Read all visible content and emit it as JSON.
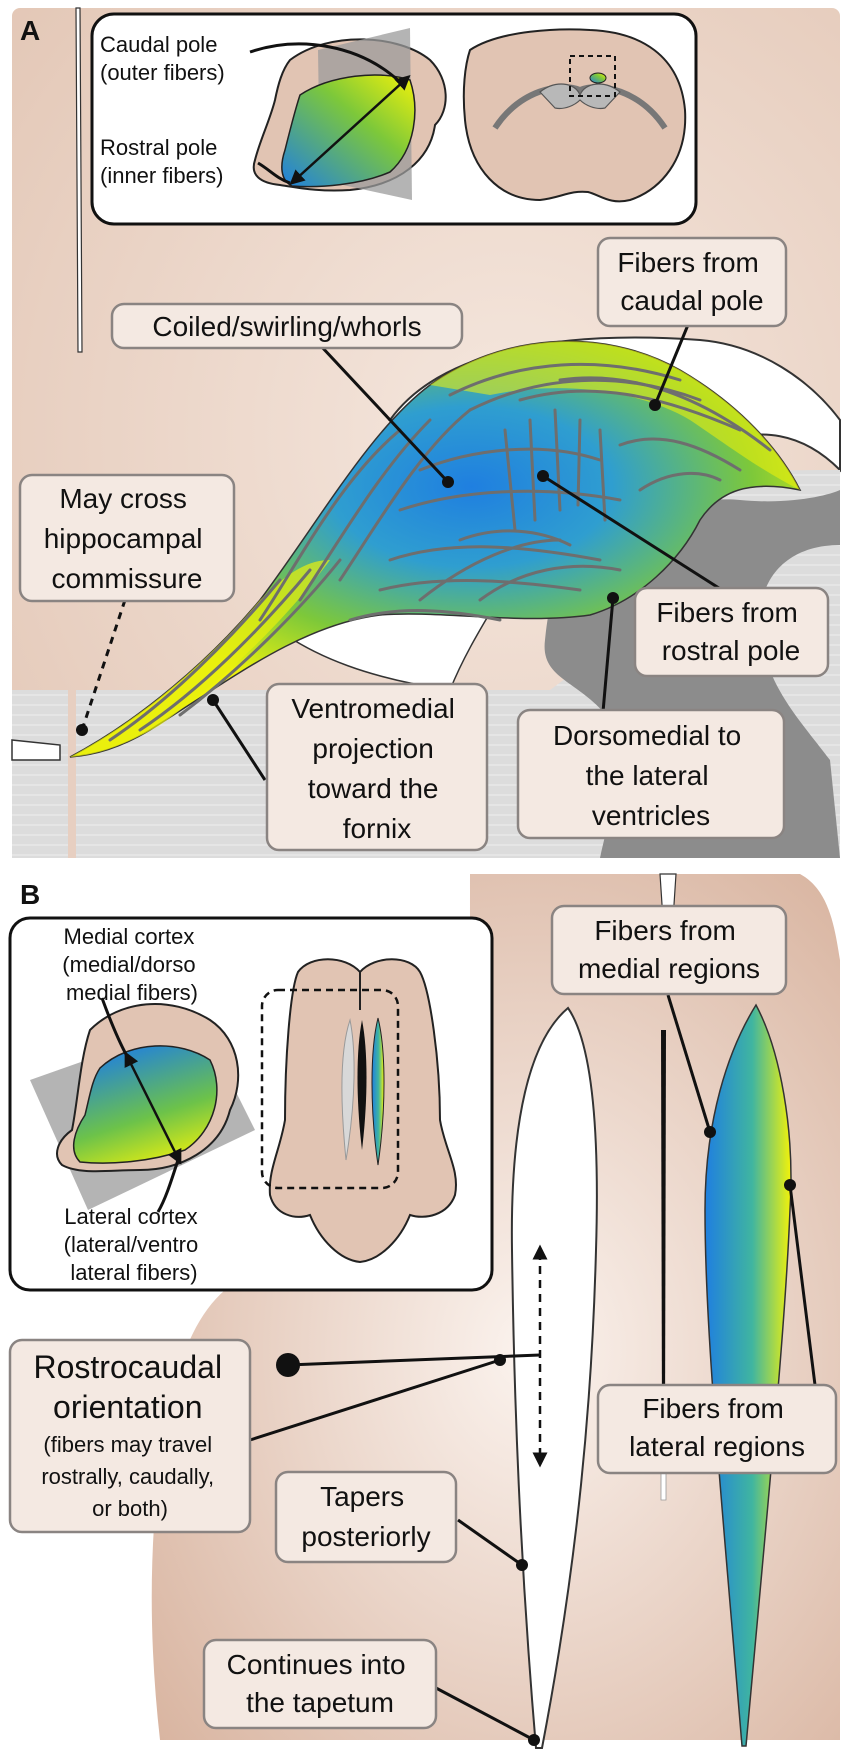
{
  "panels": {
    "a": {
      "letter": "A",
      "inset_labels": {
        "caudal_pole": [
          "Caudal pole",
          "(outer fibers)"
        ],
        "rostral_pole": [
          "Rostral pole",
          "(inner fibers)"
        ]
      },
      "callouts": {
        "coiled": [
          "Coiled/swirling/whorls"
        ],
        "fibers_caudal": [
          "Fibers from",
          "caudal pole"
        ],
        "may_cross": [
          "May cross",
          "hippocampal",
          "commissure"
        ],
        "fibers_rostral": [
          "Fibers from",
          "rostral pole"
        ],
        "ventromedial": [
          "Ventromedial",
          "projection",
          "toward the",
          "fornix"
        ],
        "dorsomedial": [
          "Dorsomedial to",
          "the lateral",
          "ventricles"
        ]
      }
    },
    "b": {
      "letter": "B",
      "inset_labels": {
        "medial_cortex": [
          "Medial cortex",
          "(medial/dorso",
          "medial fibers)"
        ],
        "lateral_cortex": [
          "Lateral cortex",
          "(lateral/ventro",
          "lateral fibers)"
        ]
      },
      "callouts": {
        "fibers_medial": [
          "Fibers from",
          "medial regions"
        ],
        "rostrocaudal": [
          "Rostrocaudal",
          "orientation",
          "(fibers may travel",
          "rostrally, caudally,",
          "or both)"
        ],
        "fibers_lateral": [
          "Fibers from",
          "lateral regions"
        ],
        "tapers": [
          "Tapers",
          "posteriorly"
        ],
        "continues": [
          "Continues into",
          "the tapetum"
        ]
      }
    }
  },
  "colors": {
    "tissue": "#e7cfc1",
    "tissue_dark": "#d2ad98",
    "white_matter": "#dcdcdc",
    "ventricle": "#8c8c8c",
    "gradient_blue": "#1f7fe0",
    "gradient_green": "#7dc83a",
    "gradient_yellow": "#f2f20a",
    "callout_fill": "#f4e9e2",
    "callout_stroke": "#8a8482"
  }
}
